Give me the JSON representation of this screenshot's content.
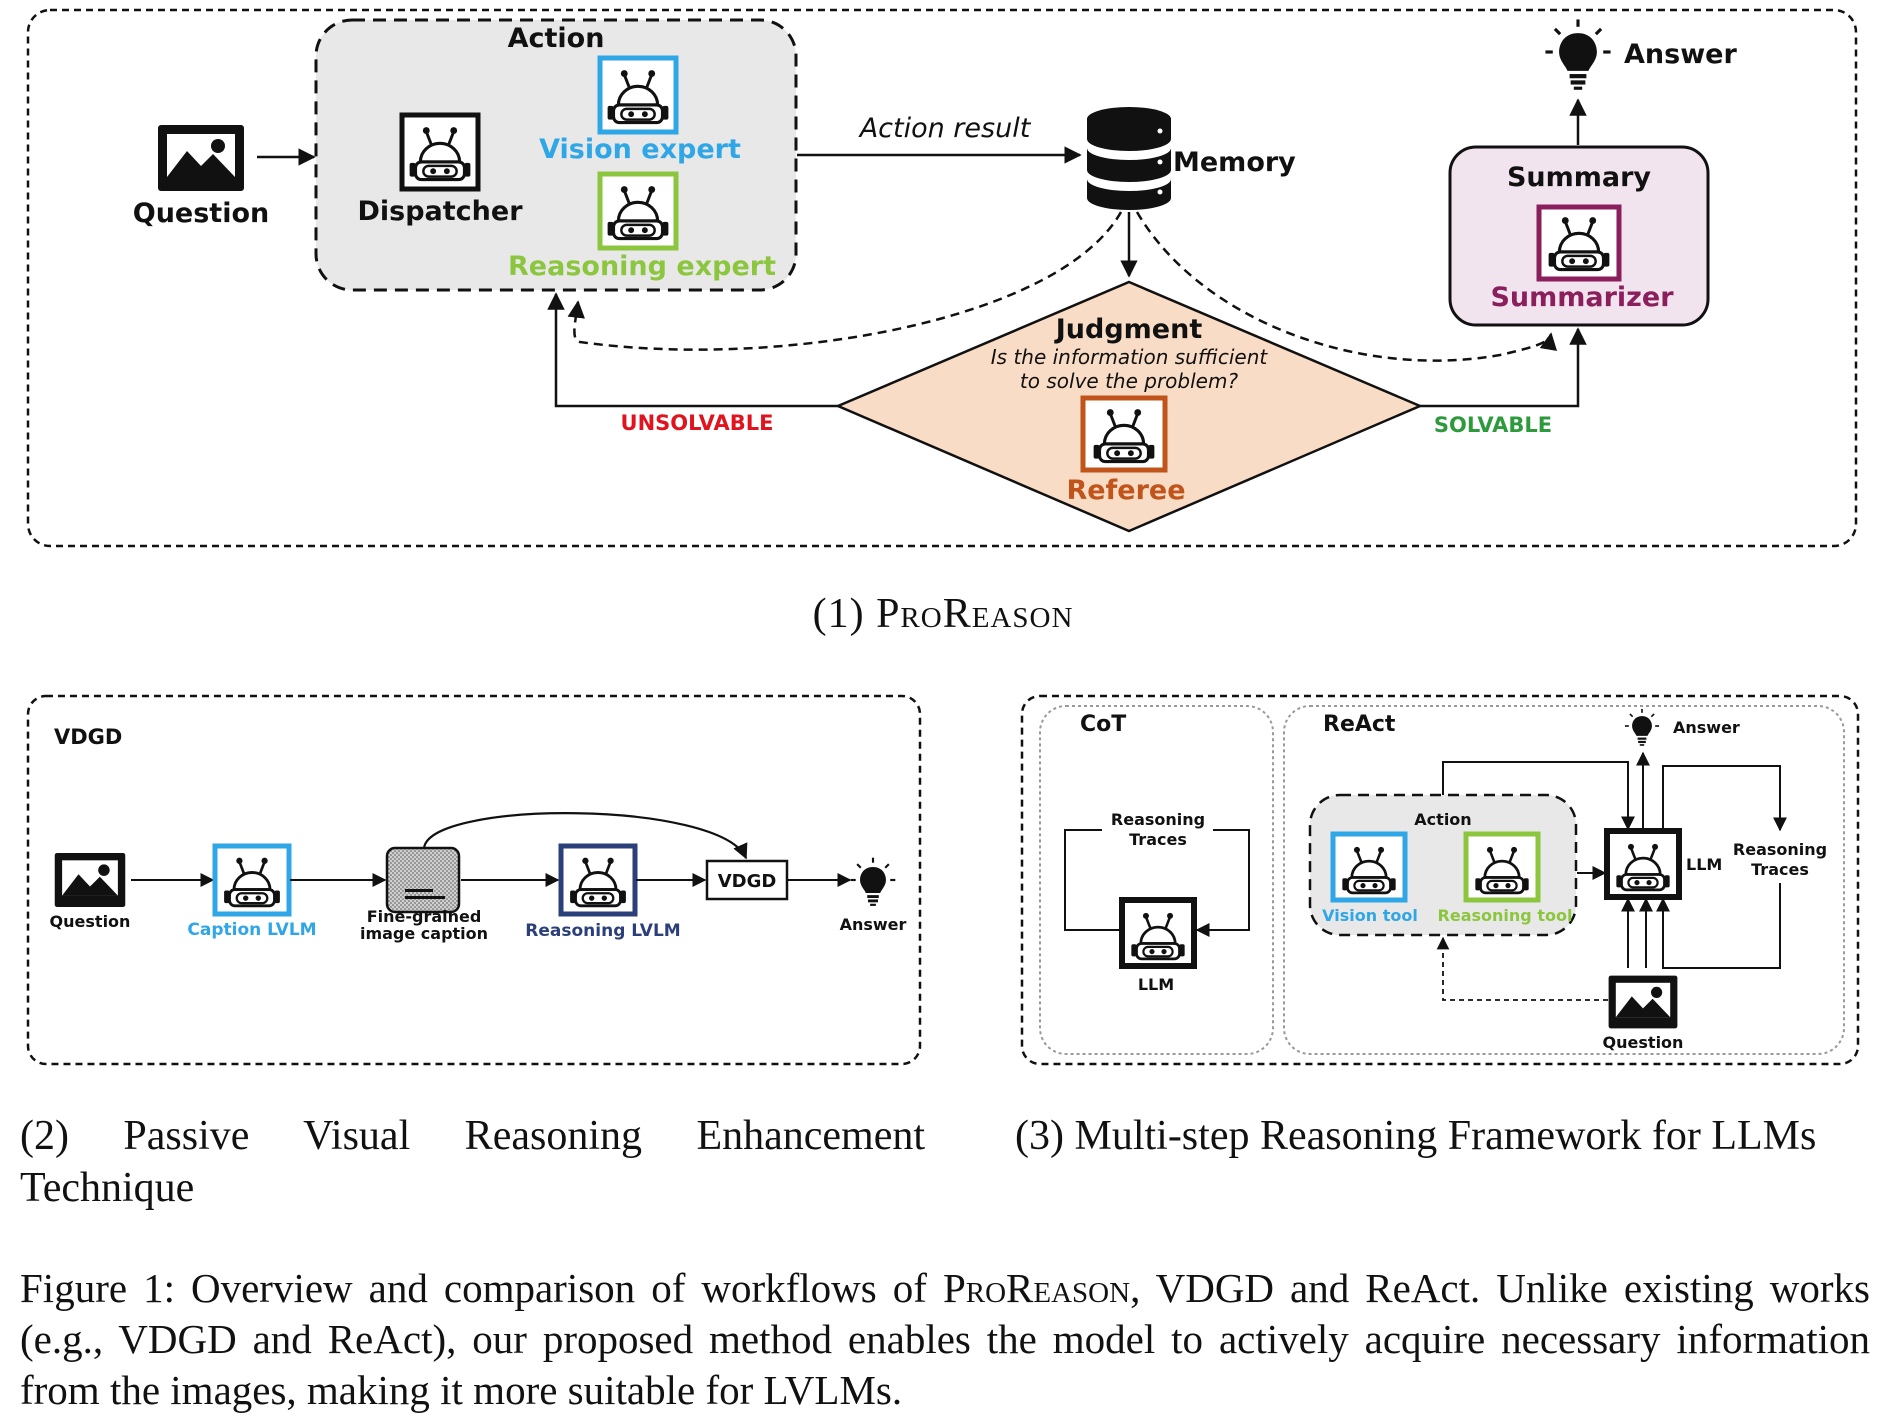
{
  "main_diagram": {
    "action_title": "Action",
    "vision_expert": "Vision expert",
    "dispatcher": "Dispatcher",
    "reasoning_expert": "Reasoning expert",
    "question": "Question",
    "action_result": "Action result",
    "memory": "Memory",
    "summary_title": "Summary",
    "summarizer": "Summarizer",
    "answer": "Answer",
    "judgment": "Judgment",
    "judgment_q1": "Is the information sufficient",
    "judgment_q2": "to solve the problem?",
    "referee": "Referee",
    "unsolvable": "UNSOLVABLE",
    "solvable": "SOLVABLE"
  },
  "vdgd_diagram": {
    "title": "VDGD",
    "question": "Question",
    "caption_lvlm": "Caption LVLM",
    "fine_grained_1": "Fine-grained",
    "fine_grained_2": "image caption",
    "reasoning_lvlm": "Reasoning LVLM",
    "vdgd_box": "VDGD",
    "answer": "Answer"
  },
  "react_diagram": {
    "cot_title": "CoT",
    "cot_traces_1": "Reasoning",
    "cot_traces_2": "Traces",
    "cot_llm": "LLM",
    "react_title": "ReAct",
    "answer": "Answer",
    "action": "Action",
    "vision_tool": "Vision tool",
    "reasoning_tool": "Reasoning tool",
    "llm": "LLM",
    "traces_1": "Reasoning",
    "traces_2": "Traces",
    "question": "Question"
  },
  "captions": {
    "sub1_num": "(1)",
    "sub1_name": "ProReason",
    "sub2": "(2) Passive Visual Reasoning Enhancement Technique",
    "sub3": "(3) Multi-step Reasoning Framework for LLMs",
    "figure_a": "Figure 1: Overview and comparison of workflows of ",
    "figure_name": "ProReason",
    "figure_b": ", VDGD and ReAct. Unlike existing works (e.g., VDGD and ReAct), our proposed method enables the model to actively acquire necessary information from the images, making it more suitable for LVLMs."
  },
  "colors": {
    "vision_blue": "#2fa6e6",
    "reasoning_green": "#8cc63f",
    "summarizer_purple": "#8b1f5e",
    "referee_orange": "#c0541a",
    "unsolvable_red": "#e0141e",
    "solvable_green": "#2e9a3e",
    "reasoning_lvlm_navy": "#2b3f7a",
    "action_fill": "#e8e8e8",
    "summary_fill": "#f2e4ee",
    "diamond_fill": "#f9dcc6"
  },
  "icons": [
    "robot-icon",
    "image-icon",
    "database-icon",
    "lightbulb-icon",
    "document-icon"
  ]
}
